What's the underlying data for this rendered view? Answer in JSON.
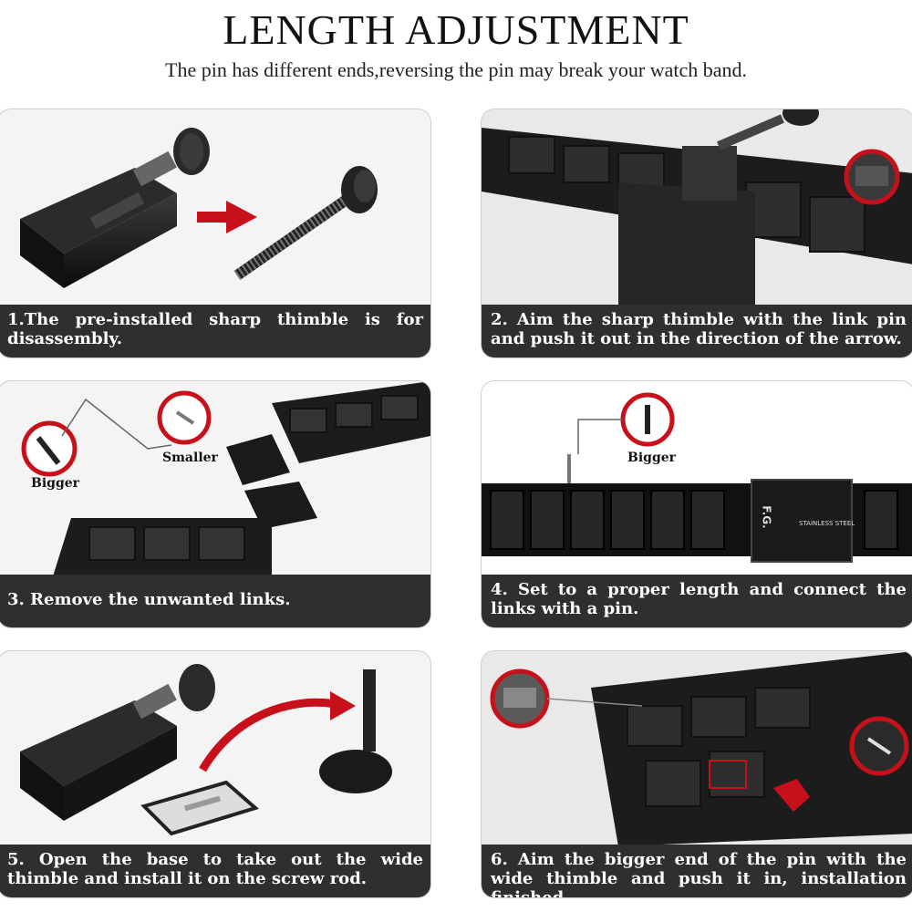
{
  "header": {
    "title": "LENGTH ADJUSTMENT",
    "subtitle": "The pin has different ends,reversing the pin may break your watch band."
  },
  "steps": [
    {
      "caption": "1.The pre-installed sharp thimble is for disassembly."
    },
    {
      "caption": "2. Aim the sharp thimble with the link pin and push it out in the direction of the arrow."
    },
    {
      "caption": "3. Remove the unwanted links."
    },
    {
      "caption": "4. Set to a proper length and connect the links with a pin."
    },
    {
      "caption": "5. Open the base to take out the wide thimble and install it on the screw rod."
    },
    {
      "caption": "6. Aim the bigger end of the pin with the wide thimble and push it in, installation finished."
    }
  ],
  "labels": {
    "bigger": "Bigger",
    "smaller": "Smaller",
    "bigger2": "Bigger",
    "clasp_brand": "F.G.",
    "clasp_text": "STAINLESS STEEL"
  },
  "colors": {
    "accent_red": "#c8101a",
    "caption_bg": "#2f2f2f",
    "metal": "#1c1c1c"
  },
  "icons": [
    "pin-remover-tool-icon",
    "arrow-right-icon",
    "screw-rod-icon",
    "watch-band-icon",
    "magnifier-callout-icon"
  ]
}
